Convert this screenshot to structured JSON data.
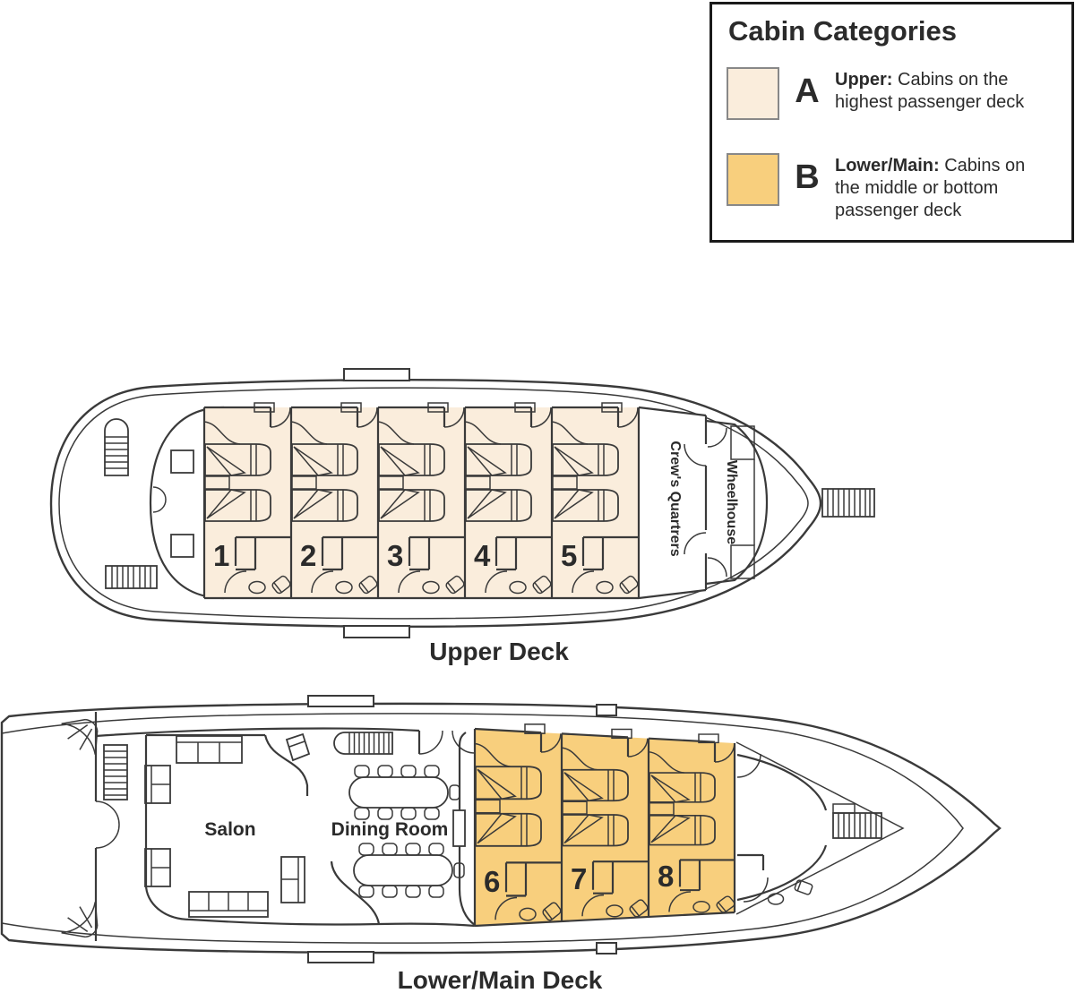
{
  "legend": {
    "title": "Cabin Categories",
    "items": [
      {
        "letter": "A",
        "term": "Upper:",
        "desc": "Cabins on the highest passenger deck",
        "swatch": "#FAEDDC"
      },
      {
        "letter": "B",
        "term": "Lower/Main:",
        "desc": "Cabins on the middle or bottom passenger deck",
        "swatch": "#F8CF7D"
      }
    ]
  },
  "decks": {
    "upper": {
      "label": "Upper Deck",
      "cabins": [
        "1",
        "2",
        "3",
        "4",
        "5"
      ],
      "rooms": {
        "crew": "Crew's Quartrers",
        "wheelhouse": "Wheelhouse"
      }
    },
    "lower": {
      "label": "Lower/Main Deck",
      "cabins": [
        "6",
        "7",
        "8"
      ],
      "rooms": {
        "salon": "Salon",
        "dining": "Dining Room"
      }
    }
  },
  "colors": {
    "upper_cabin": "#FAEDDC",
    "lower_cabin": "#F8CF7D",
    "line": "#3a3a3a",
    "text": "#2b2b2b"
  }
}
